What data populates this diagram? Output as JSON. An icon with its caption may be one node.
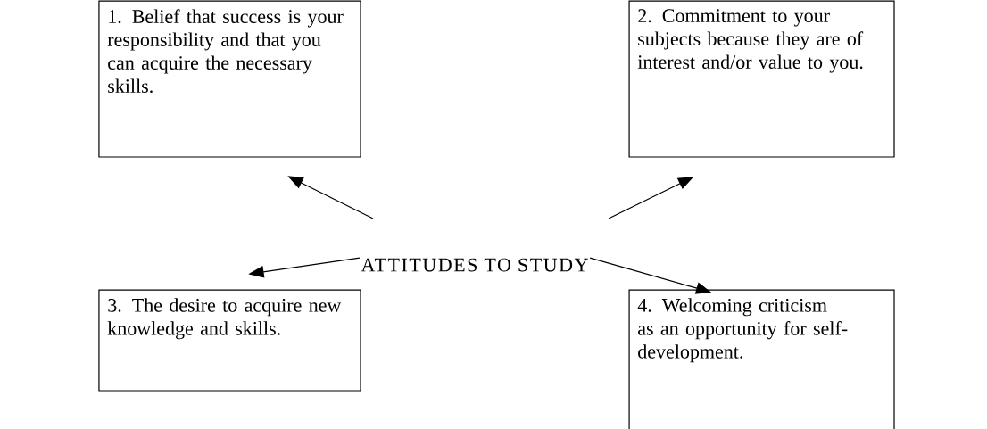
{
  "diagram": {
    "nodes": [
      {
        "text": [
          "1. Belief that success is your responsibility and that you can acquire the necessary skills."
        ]
      },
      {
        "text": [
          "2.  Commitment to your subjects because they are of interest and/or value to you."
        ]
      },
      {
        "text": [
          "ATTITUDES TO STUDY"
        ]
      },
      {
        "text": [
          "3. The desire to acquire new knowledge and skills."
        ]
      },
      {
        "text": [
          "4.  Welcoming criticism as an opportunity for self-development."
        ]
      }
    ],
    "edges": [
      {
        "from": 2,
        "to": 0,
        "arrow": "to"
      },
      {
        "from": 2,
        "to": 1,
        "arrow": "to"
      },
      {
        "from": 2,
        "to": 3,
        "arrow": "to"
      },
      {
        "from": 2,
        "to": 4,
        "arrow": "to"
      }
    ]
  }
}
